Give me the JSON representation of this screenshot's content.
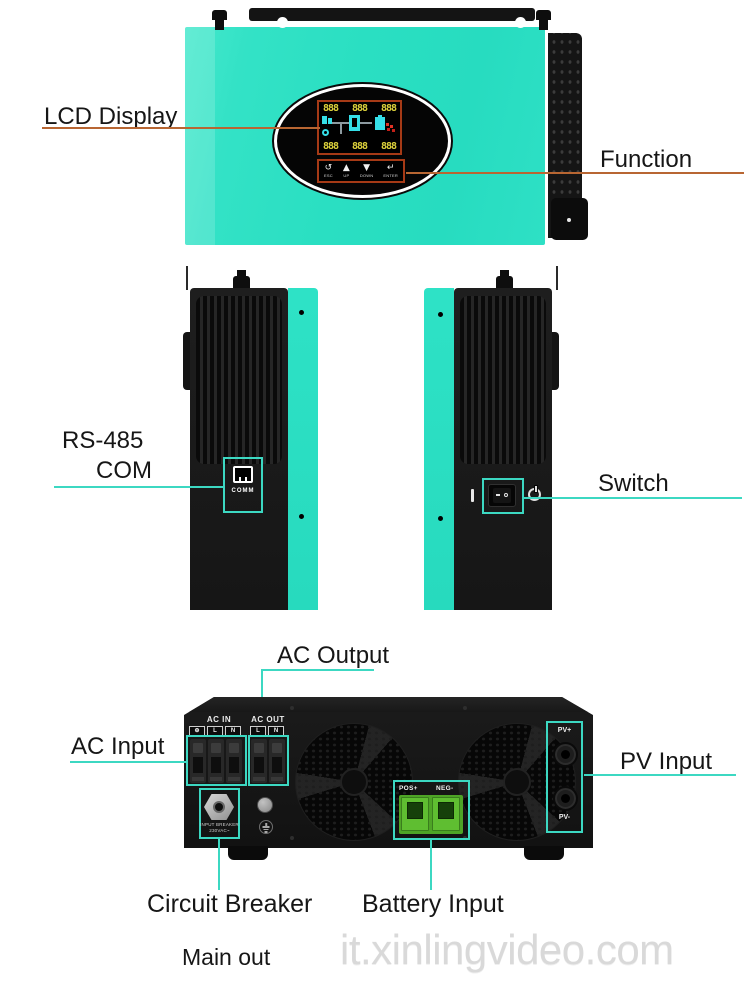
{
  "callouts": {
    "lcd_display": "LCD Display",
    "function": "Function",
    "rs485_line1": "RS-485",
    "rs485_line2": "COM",
    "switch": "Switch",
    "ac_output": "AC Output",
    "ac_input": "AC Input",
    "pv_input": "PV Input",
    "circuit_breaker": "Circuit Breaker",
    "battery_input": "Battery Input",
    "main_out": "Main out"
  },
  "front_panel": {
    "lcd": {
      "top_digits": [
        "888",
        "888",
        "888"
      ],
      "bottom_digits": [
        "888",
        "888",
        "888"
      ]
    },
    "buttons": [
      {
        "label": "ESC",
        "icon": "↺"
      },
      {
        "label": "UP",
        "icon": "▲"
      },
      {
        "label": "DOWN",
        "icon": "▼"
      },
      {
        "label": "ENTER",
        "icon": "↵"
      }
    ]
  },
  "side_panel": {
    "comm_port": "COMM",
    "switch_on": "I"
  },
  "bottom_panel": {
    "ac_in_title": "AC IN",
    "ac_in_terminals": [
      "⊕",
      "L",
      "N"
    ],
    "ac_out_title": "AC OUT",
    "ac_out_terminals": [
      "L",
      "N"
    ],
    "breaker_line1": "INPUT BREAKER",
    "breaker_line2": "230VAC~",
    "battery_pos": "POS+",
    "battery_neg": "NEG-",
    "pv_plus": "PV+",
    "pv_minus": "PV-"
  },
  "watermark": "it.xinlingvideo.com",
  "colors": {
    "teal_body": "#2de0c3",
    "teal_callout": "#3cd8c2",
    "orange_callout": "#b86632",
    "lcd_box_red": "#a63a16",
    "battery_green": "#5fbe31",
    "watermark_gray": "#d9d9d9"
  }
}
